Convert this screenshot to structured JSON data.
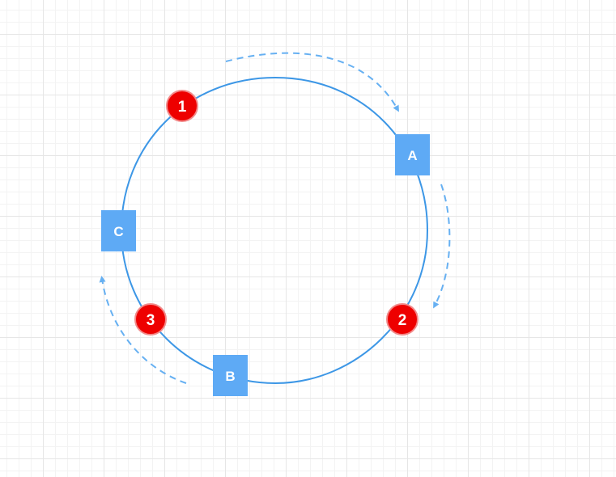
{
  "colors": {
    "ring": "#3d97e6",
    "node_fill": "#5eaaf5",
    "node_text": "#ffffff",
    "badge_fill": "#ee0000",
    "badge_stroke": "#f28a8a",
    "badge_text": "#ffffff",
    "arrow": "#66b0f2"
  },
  "nodes": {
    "a": "A",
    "b": "B",
    "c": "C"
  },
  "badges": {
    "one": "1",
    "two": "2",
    "three": "3"
  }
}
